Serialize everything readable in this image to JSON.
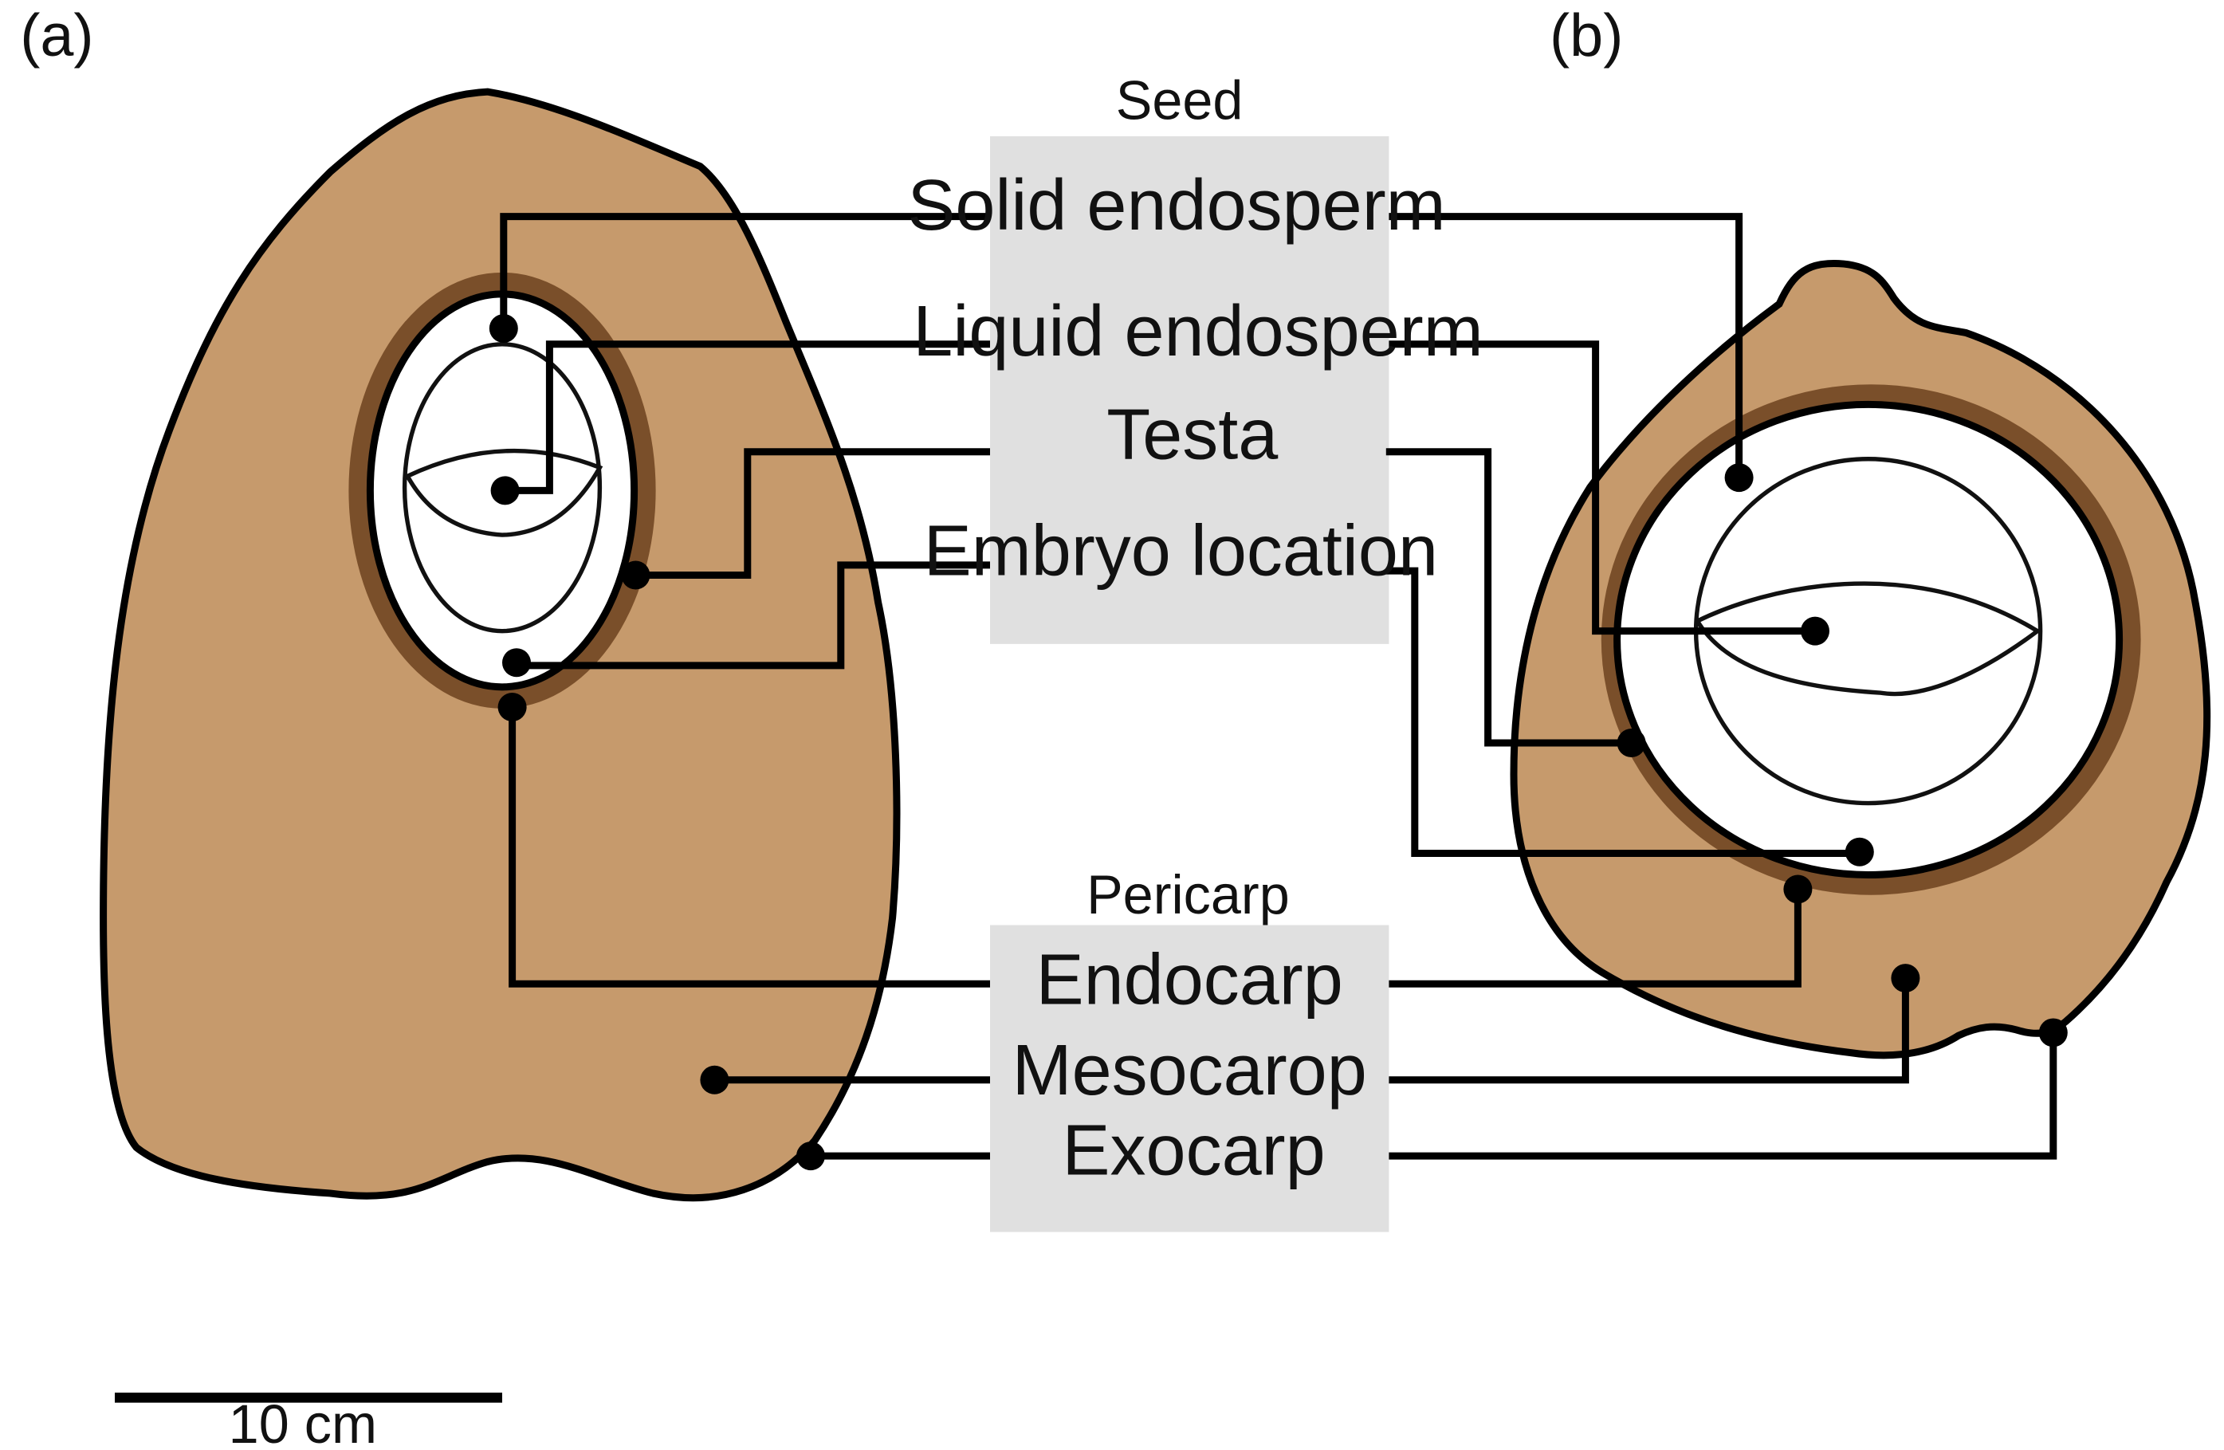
{
  "panels": {
    "a": "(a)",
    "b": "(b)"
  },
  "seed": {
    "title": "Seed",
    "items": [
      "Solid endosperm",
      "Liquid endosperm",
      "Testa",
      "Embryo location"
    ]
  },
  "pericarp": {
    "title": "Pericarp",
    "items": [
      "Endocarp",
      "Mesocarop",
      "Exocarp"
    ]
  },
  "scale_bar": {
    "label": "10 cm"
  },
  "colors": {
    "mesocarp": "#c69a6c",
    "endocarp": "#7a4f2a",
    "label_box": "#e0e0e0",
    "outline": "#000000"
  }
}
